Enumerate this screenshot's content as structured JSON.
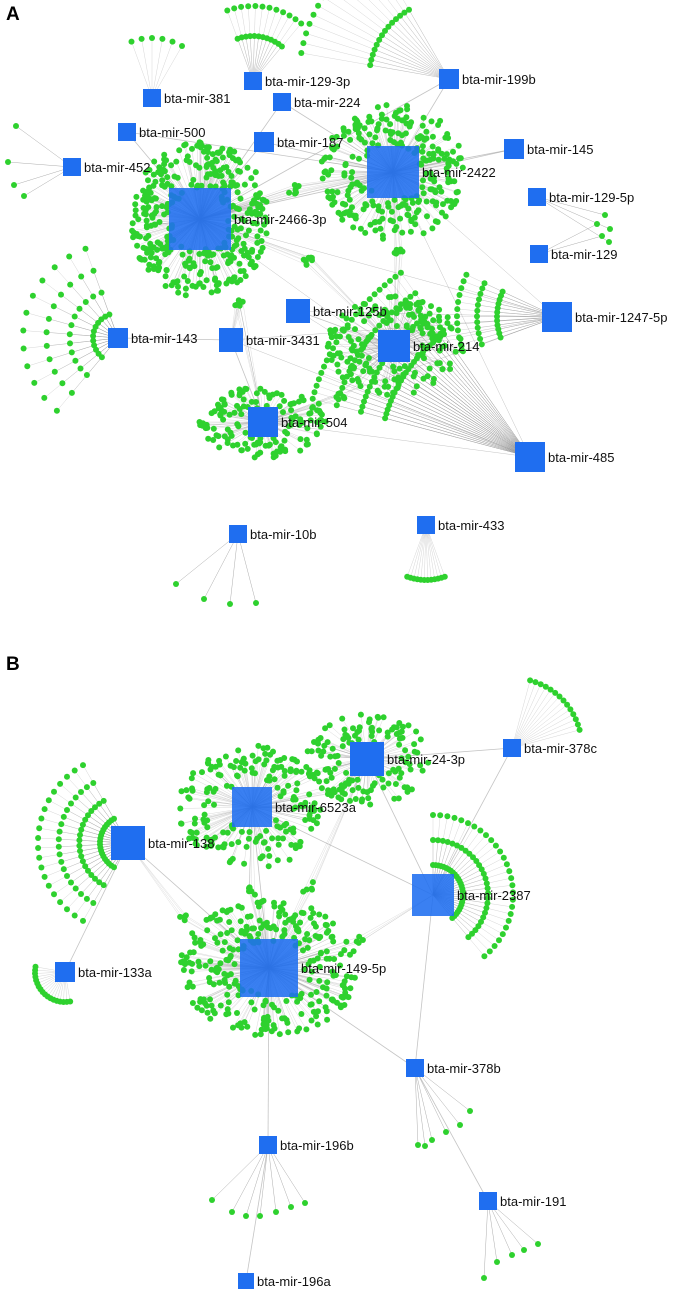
{
  "colors": {
    "hub": "#1f6ef0",
    "target": "#2ed12e",
    "edge": "#8a8a8a"
  },
  "panels": [
    {
      "letter": "A",
      "hubs": [
        {
          "id": "bta-mir-129-3p",
          "label": "bta-mir-129-3p"
        },
        {
          "id": "bta-mir-199b",
          "label": "bta-mir-199b"
        },
        {
          "id": "bta-mir-381",
          "label": "bta-mir-381"
        },
        {
          "id": "bta-mir-224",
          "label": "bta-mir-224"
        },
        {
          "id": "bta-mir-500",
          "label": "bta-mir-500"
        },
        {
          "id": "bta-mir-187",
          "label": "bta-mir-187"
        },
        {
          "id": "bta-mir-145",
          "label": "bta-mir-145"
        },
        {
          "id": "bta-mir-452",
          "label": "bta-mir-452"
        },
        {
          "id": "bta-mir-2422",
          "label": "bta-mir-2422"
        },
        {
          "id": "bta-mir-129-5p",
          "label": "bta-mir-129-5p"
        },
        {
          "id": "bta-mir-2466-3p",
          "label": "bta-mir-2466-3p"
        },
        {
          "id": "bta-mir-129",
          "label": "bta-mir-129"
        },
        {
          "id": "bta-mir-1247-5p",
          "label": "bta-mir-1247-5p"
        },
        {
          "id": "bta-mir-125b",
          "label": "bta-mir-125b"
        },
        {
          "id": "bta-mir-143",
          "label": "bta-mir-143"
        },
        {
          "id": "bta-mir-3431",
          "label": "bta-mir-3431"
        },
        {
          "id": "bta-mir-214",
          "label": "bta-mir-214"
        },
        {
          "id": "bta-mir-504",
          "label": "bta-mir-504"
        },
        {
          "id": "bta-mir-485",
          "label": "bta-mir-485"
        },
        {
          "id": "bta-mir-10b",
          "label": "bta-mir-10b"
        },
        {
          "id": "bta-mir-433",
          "label": "bta-mir-433"
        }
      ]
    },
    {
      "letter": "B",
      "hubs": [
        {
          "id": "bta-mir-378c",
          "label": "bta-mir-378c"
        },
        {
          "id": "bta-mir-24-3p",
          "label": "bta-mir-24-3p"
        },
        {
          "id": "bta-mir-6523a",
          "label": "bta-mir-6523a"
        },
        {
          "id": "bta-mir-138",
          "label": "bta-mir-138"
        },
        {
          "id": "bta-mir-2387",
          "label": "bta-mir-2387"
        },
        {
          "id": "bta-mir-133a",
          "label": "bta-mir-133a"
        },
        {
          "id": "bta-mir-149-5p",
          "label": "bta-mir-149-5p"
        },
        {
          "id": "bta-mir-378b",
          "label": "bta-mir-378b"
        },
        {
          "id": "bta-mir-196b",
          "label": "bta-mir-196b"
        },
        {
          "id": "bta-mir-191",
          "label": "bta-mir-191"
        },
        {
          "id": "bta-mir-196a",
          "label": "bta-mir-196a"
        }
      ]
    }
  ]
}
